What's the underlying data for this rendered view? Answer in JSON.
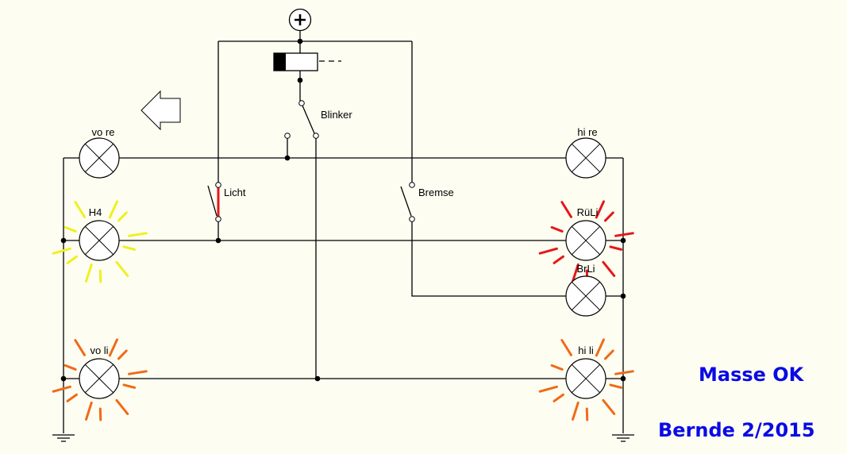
{
  "lamps": [
    {
      "id": "vo-re",
      "label": "vo re",
      "state": "off"
    },
    {
      "id": "hi-re",
      "label": "hi re",
      "state": "off"
    },
    {
      "id": "h4",
      "label": "H4",
      "state": "on",
      "glow": "#f0f020"
    },
    {
      "id": "rueli",
      "label": "RüLi",
      "state": "on",
      "glow": "#e41818"
    },
    {
      "id": "brli",
      "label": "BrLi",
      "state": "off"
    },
    {
      "id": "vo-li",
      "label": "vo li",
      "state": "on",
      "glow": "#f06a18"
    },
    {
      "id": "hi-li",
      "label": "hi li",
      "state": "on",
      "glow": "#f06a18"
    }
  ],
  "switches": {
    "blinker": {
      "label": "Blinker",
      "state": "left"
    },
    "licht": {
      "label": "Licht",
      "state": "closed",
      "color": "#e41818"
    },
    "bremse": {
      "label": "Bremse",
      "state": "open"
    }
  },
  "supply": {
    "symbol": "+"
  },
  "direction_arrow": "left-arrow",
  "notes": {
    "masse": "Masse OK",
    "author": "Bernde 2/2015",
    "color": "#0a0ae6"
  }
}
